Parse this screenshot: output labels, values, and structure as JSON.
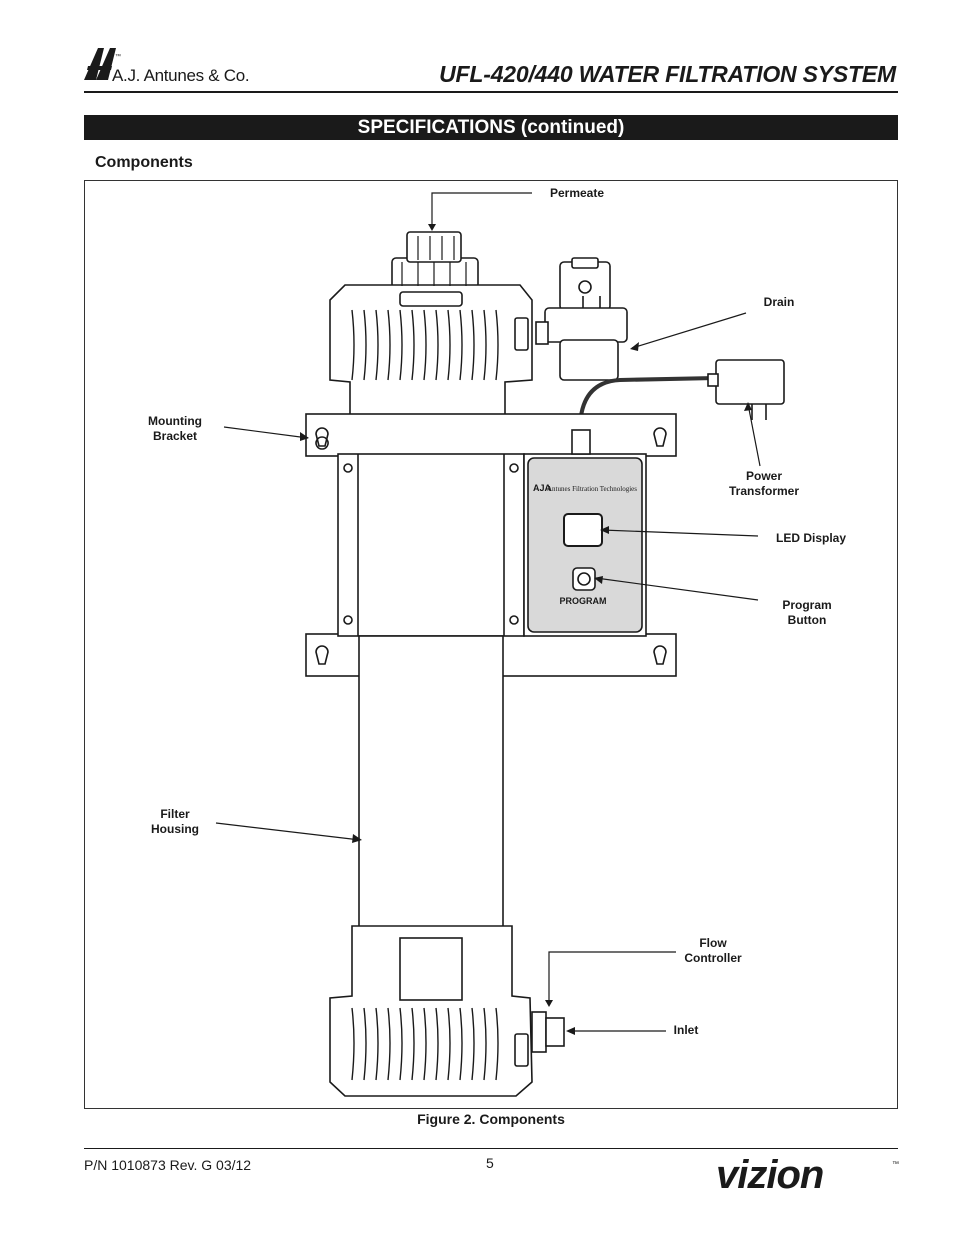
{
  "header": {
    "company": "A.J. Antunes & Co.",
    "logo_tm": "™",
    "title": "UFL-420/440 WATER FILTRATION SYSTEM"
  },
  "section": {
    "title": "SPECIFICATIONS (continued)",
    "subheading": "Components"
  },
  "figure": {
    "callouts": {
      "permeate": "Permeate",
      "drain": "Drain",
      "mounting_bracket": "Mounting Bracket",
      "power_transformer": "Power Transformer",
      "led_display": "LED Display",
      "program_button": "Program Button",
      "filter_housing": "Filter Housing",
      "flow_controller": "Flow Controller",
      "inlet": "Inlet"
    },
    "panel_brand": "Antunes Filtration Technologies",
    "panel_button_label": "PROGRAM",
    "caption": "Figure 2. Components"
  },
  "footer": {
    "part_number": "P/N 1010873 Rev. G 03/12",
    "page_number": "5",
    "brand": "vizion",
    "brand_tm": "™"
  }
}
